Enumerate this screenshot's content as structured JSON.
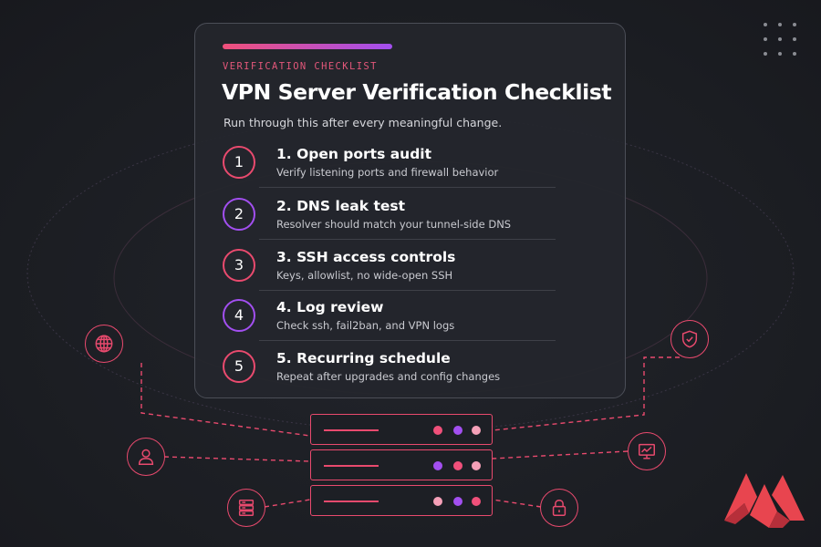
{
  "card": {
    "eyebrow": "VERIFICATION CHECKLIST",
    "title": "VPN Server Verification Checklist",
    "subtitle": "Run through this after every meaningful change."
  },
  "steps": [
    {
      "number": "1",
      "title": "1. Open ports audit",
      "description": "Verify listening ports and firewall behavior"
    },
    {
      "number": "2",
      "title": "2. DNS leak test",
      "description": "Resolver should match your tunnel-side DNS"
    },
    {
      "number": "3",
      "title": "3. SSH access controls",
      "description": "Keys, allowlist, no wide-open SSH"
    },
    {
      "number": "4",
      "title": "4. Log review",
      "description": "Check ssh, fail2ban, and VPN logs"
    },
    {
      "number": "5",
      "title": "5. Recurring schedule",
      "description": "Repeat after upgrades and config changes"
    }
  ],
  "icons": {
    "left": [
      "globe-icon",
      "user-icon",
      "database-icon"
    ],
    "right": [
      "shield-check-icon",
      "monitor-chart-icon",
      "padlock-icon"
    ]
  },
  "colors": {
    "accent_pink": "#e94a6e",
    "accent_purple": "#a24ff0",
    "background": "#1c1e24",
    "logo_red": "#e8454f"
  }
}
